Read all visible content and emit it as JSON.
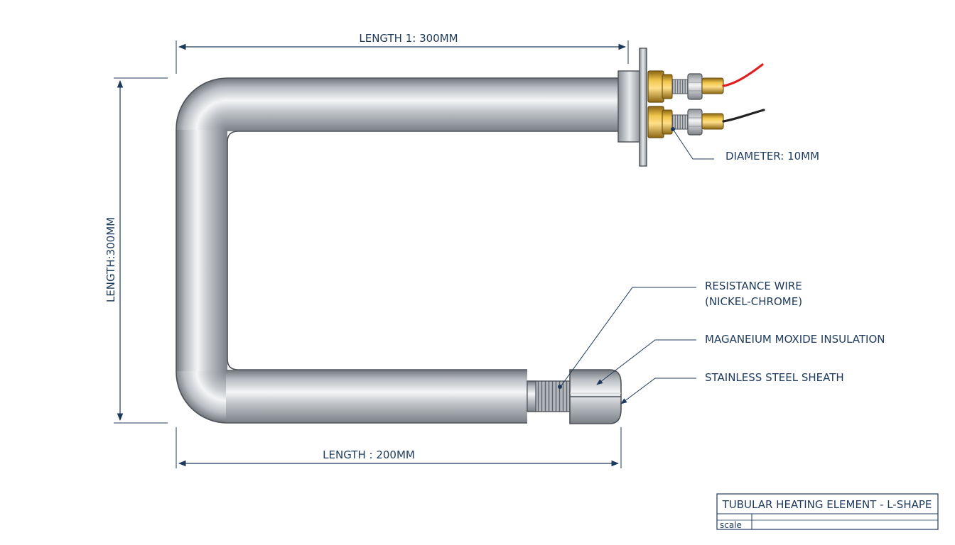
{
  "dimensions": {
    "top_length": "LENGTH 1: 300MM",
    "left_length": "LENGTH:300MM",
    "bottom_length": "LENGTH : 200MM"
  },
  "callouts": {
    "diameter": "DIAMETER: 10MM",
    "resistance_wire_line1": "RESISTANCE WIRE",
    "resistance_wire_line2": "(NICKEL-CHROME)",
    "insulation": "MAGANEIUM MOXIDE INSULATION",
    "sheath": "STAINLESS STEEL SHEATH"
  },
  "title_block": {
    "title": "TUBULAR HEATING ELEMENT - L-SHAPE",
    "scale_label": "scale",
    "scale_value": ""
  },
  "colors": {
    "line": "#1d3a5c",
    "steel": "#a9adb2",
    "brass": "#d2a233",
    "wire_red": "#e02020",
    "wire_black": "#222222"
  }
}
